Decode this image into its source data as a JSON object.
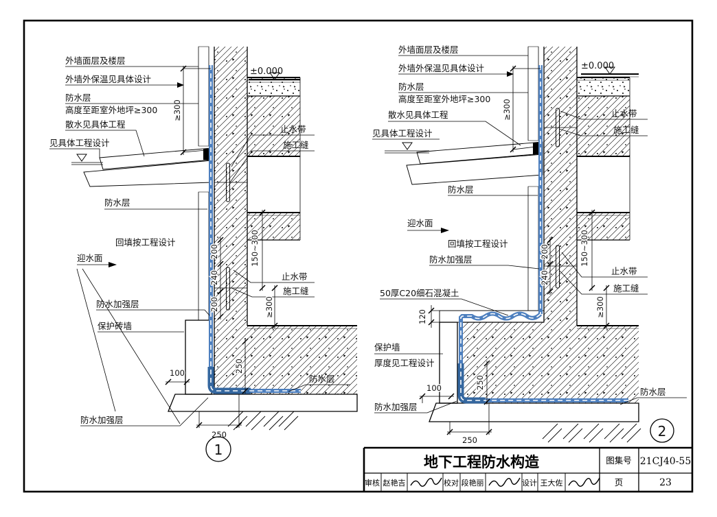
{
  "titleblock": {
    "title": "地下工程防水构造",
    "atlas_label": "图集号",
    "atlas_no": "21CJ40-55",
    "page_label": "页",
    "page_no": "23",
    "review_label": "审核",
    "reviewer": "赵艳吉",
    "check_label": "校对",
    "checker": "段艳丽",
    "design_label": "设计",
    "designer": "王大佐"
  },
  "colors": {
    "membrane": "#4d7fbe",
    "membrane_dark": "#35679f",
    "line": "#000000"
  },
  "detail1": {
    "number": "1",
    "labels": {
      "wall_finish": "外墙面层及楼层",
      "insulation": "外墙外保温见具体设计",
      "waterproof_top": "防水层",
      "height_note": "高度至距室外地坪≥300",
      "apron": "散水见具体工程",
      "per_project": "见具体工程设计",
      "level": "±0.000",
      "waterstop_1": "止水带",
      "joint_1": "施工缝",
      "waterproof_mid": "防水层",
      "backfill": "回填按工程设计",
      "water_face": "迎水面",
      "reinforce_mid": "防水加强层",
      "brick_wall": "保护砖墙",
      "waterstop_2": "止水带",
      "joint_2": "施工缝",
      "waterproof_bottom": "防水层",
      "reinforce_bottom": "防水加强层"
    },
    "dims": {
      "ge300_top": "≥300",
      "d200_a": "200",
      "d150_300": "150~300",
      "d240": "240",
      "d200_b": "200",
      "ge300_bottom": "≥300",
      "d250_v": "250",
      "d100": "100",
      "d250_h": "250"
    }
  },
  "detail2": {
    "number": "2",
    "labels": {
      "wall_finish": "外墙面层及楼层",
      "insulation": "外墙外保温见具体设计",
      "waterproof_top": "防水层",
      "height_note": "高度至距室外地坪≥300",
      "apron": "散水见具体工程",
      "per_project": "见具体工程设计",
      "level": "±0.000",
      "waterstop_1": "止水带",
      "joint_1": "施工缝",
      "waterproof_mid": "防水层",
      "backfill": "回填按工程设计",
      "water_face": "迎水面",
      "reinforce_mid": "防水加强层",
      "screed": "50厚C20细石混凝土",
      "protect_wall": "保护墙",
      "thickness_note": "厚度见工程设计",
      "waterstop_2": "止水带",
      "joint_2": "施工缝",
      "waterproof_bottom": "防水层",
      "reinforce_bottom": "防水加强层"
    },
    "dims": {
      "ge300_top": "≥300",
      "d200_a": "200",
      "d150_300": "150~300",
      "d240": "240",
      "ge300_bottom": "≥300",
      "d120": "120",
      "d250_v": "250",
      "d100": "100",
      "d250_h": "250"
    }
  }
}
